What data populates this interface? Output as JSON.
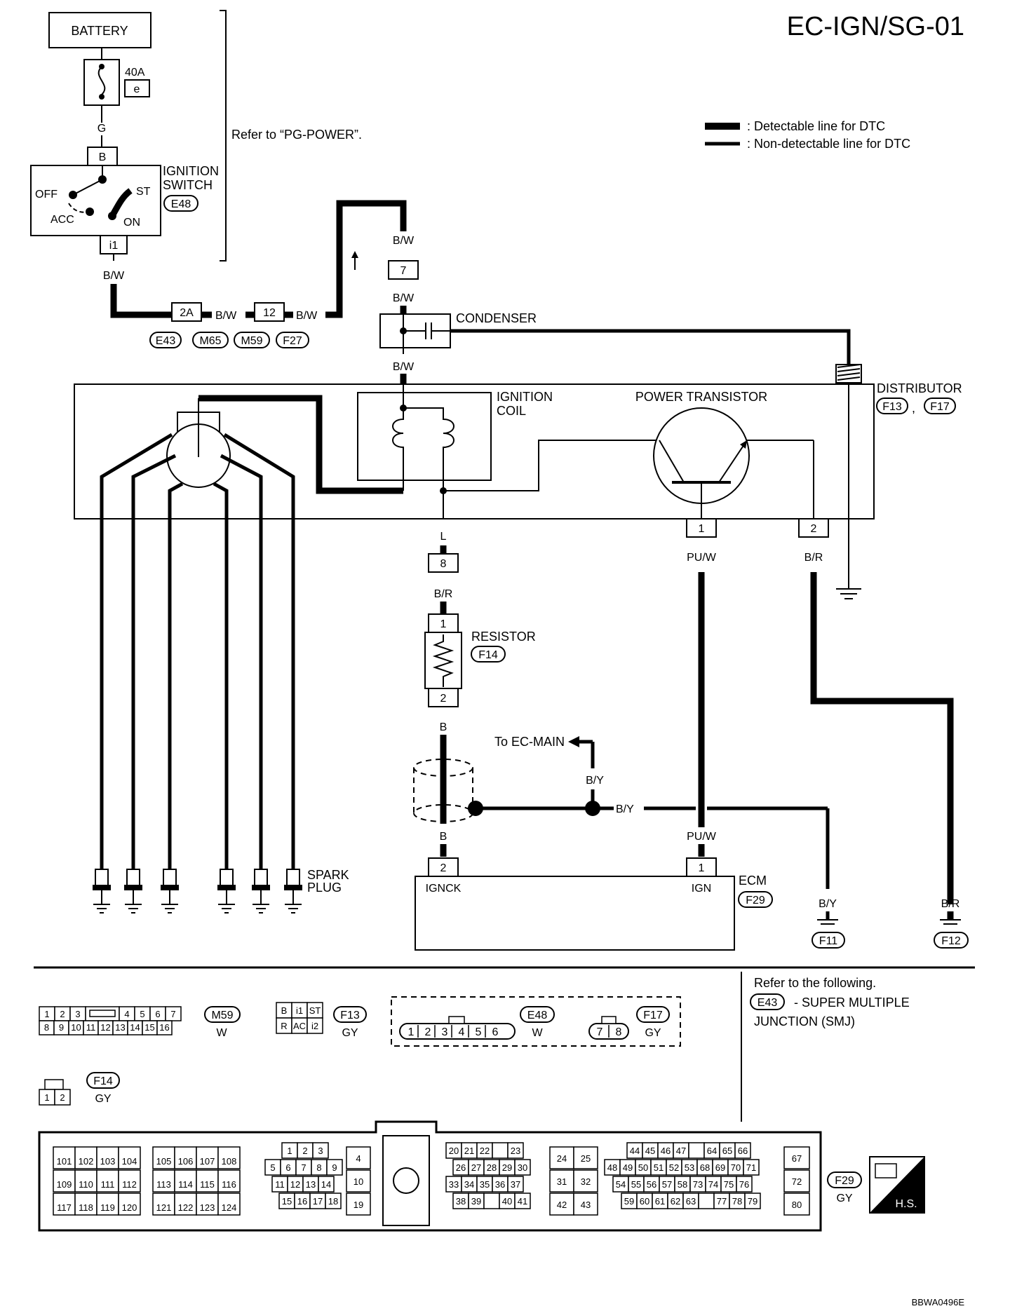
{
  "title": "EC-IGN/SG-01",
  "legend": {
    "detectable": ": Detectable line for DTC",
    "non_detectable": ": Non-detectable line for DTC"
  },
  "power": {
    "battery": "BATTERY",
    "fuse_amp": "40A",
    "fuse_id": "e",
    "wire_g": "G",
    "refer": "Refer to “PG-POWER”."
  },
  "ignition_switch": {
    "label1": "IGNITION",
    "label2": "SWITCH",
    "connector": "E48",
    "term_b": "B",
    "term_i1": "i1",
    "off": "OFF",
    "acc": "ACC",
    "on": "ON",
    "st": "ST"
  },
  "harness": {
    "bw": "B/W",
    "conn_2a": "2A",
    "conn_12": "12",
    "tags": [
      "E43",
      "M65",
      "M59",
      "F27"
    ]
  },
  "condenser": {
    "label": "CONDENSER",
    "term_7": "7"
  },
  "distributor": {
    "label": "DISTRIBUTOR",
    "conn1": "F13",
    "conn2": "F17",
    "comma": ","
  },
  "ignition_coil": {
    "label1": "IGNITION",
    "label2": "COIL"
  },
  "power_transistor": {
    "label": "POWER TRANSISTOR",
    "term1": "1",
    "term2": "2",
    "wire1": "PU/W",
    "wire2": "B/R"
  },
  "coil_output": {
    "wire_l": "L",
    "term_8": "8",
    "wire_br": "B/R"
  },
  "resistor": {
    "label": "RESISTOR",
    "connector": "F14",
    "term1": "1",
    "term2": "2",
    "wire_b": "B"
  },
  "to_ec_main": "To EC-MAIN",
  "wires": {
    "by": "B/Y",
    "by2": "B/Y",
    "b": "B",
    "puw": "PU/W"
  },
  "spark_plug": {
    "label1": "SPARK",
    "label2": "PLUG"
  },
  "ecm": {
    "label": "ECM",
    "connector": "F29",
    "term_ignck_num": "2",
    "term_ignck": "IGNCK",
    "term_ign_num": "1",
    "term_ign": "IGN"
  },
  "grounds": [
    {
      "wire": "B/Y",
      "tag": "F11"
    },
    {
      "wire": "B/R",
      "tag": "F12"
    }
  ],
  "connectors_section": {
    "refer_text": "Refer to the following.",
    "smj_tag": "E43",
    "smj_text1": "- SUPER MULTIPLE",
    "smj_text2": "JUNCTION (SMJ)",
    "m59": {
      "tag": "M59",
      "color": "W",
      "row1": [
        "1",
        "2",
        "3",
        "",
        "4",
        "5",
        "6",
        "7"
      ],
      "row2": [
        "8",
        "9",
        "10",
        "11",
        "12",
        "13",
        "14",
        "15",
        "16"
      ]
    },
    "f13": {
      "tag": "F13",
      "color": "GY",
      "row1": [
        "B",
        "i1",
        "ST"
      ],
      "row2": [
        "R",
        "AC",
        "i2"
      ]
    },
    "e48": {
      "tag": "E48",
      "color": "W",
      "pins": [
        "1",
        "2",
        "3",
        "4",
        "5",
        "6"
      ]
    },
    "f17": {
      "tag": "F17",
      "color": "GY",
      "pins": [
        "7",
        "8"
      ]
    },
    "f14": {
      "tag": "F14",
      "color": "GY",
      "pins": [
        "1",
        "2"
      ]
    },
    "f29": {
      "tag": "F29",
      "color": "GY",
      "block1": [
        [
          "101",
          "102",
          "103",
          "104"
        ],
        [
          "109",
          "110",
          "111",
          "112"
        ],
        [
          "117",
          "118",
          "119",
          "120"
        ]
      ],
      "block2": [
        [
          "105",
          "106",
          "107",
          "108"
        ],
        [
          "113",
          "114",
          "115",
          "116"
        ],
        [
          "121",
          "122",
          "123",
          "124"
        ]
      ],
      "block3": [
        [
          "1",
          "2",
          "3"
        ],
        [
          "5",
          "6",
          "7",
          "8",
          "9"
        ],
        [
          "11",
          "12",
          "13",
          "14"
        ],
        [
          "15",
          "16",
          "17",
          "18"
        ]
      ],
      "block4": [
        "4",
        "10",
        "19"
      ],
      "block5": [
        [
          "20",
          "21",
          "22",
          "",
          "23"
        ],
        [
          "26",
          "27",
          "28",
          "29",
          "30"
        ],
        [
          "33",
          "34",
          "35",
          "36",
          "37"
        ],
        [
          "38",
          "39",
          "",
          "40",
          "41"
        ]
      ],
      "block6": [
        [
          "24",
          "25"
        ],
        [
          "31",
          "32"
        ],
        [
          "42",
          "43"
        ]
      ],
      "block7": [
        [
          "44",
          "45",
          "46",
          "47",
          "",
          "64",
          "65",
          "66"
        ],
        [
          "48",
          "49",
          "50",
          "51",
          "52",
          "53",
          "68",
          "69",
          "70",
          "71"
        ],
        [
          "54",
          "55",
          "56",
          "57",
          "58",
          "73",
          "74",
          "75",
          "76"
        ],
        [
          "59",
          "60",
          "61",
          "62",
          "63",
          "",
          "77",
          "78",
          "79"
        ]
      ],
      "block8": [
        "67",
        "72",
        "80"
      ]
    },
    "hs_label": "H.S."
  },
  "footer_code": "BBWA0496E"
}
